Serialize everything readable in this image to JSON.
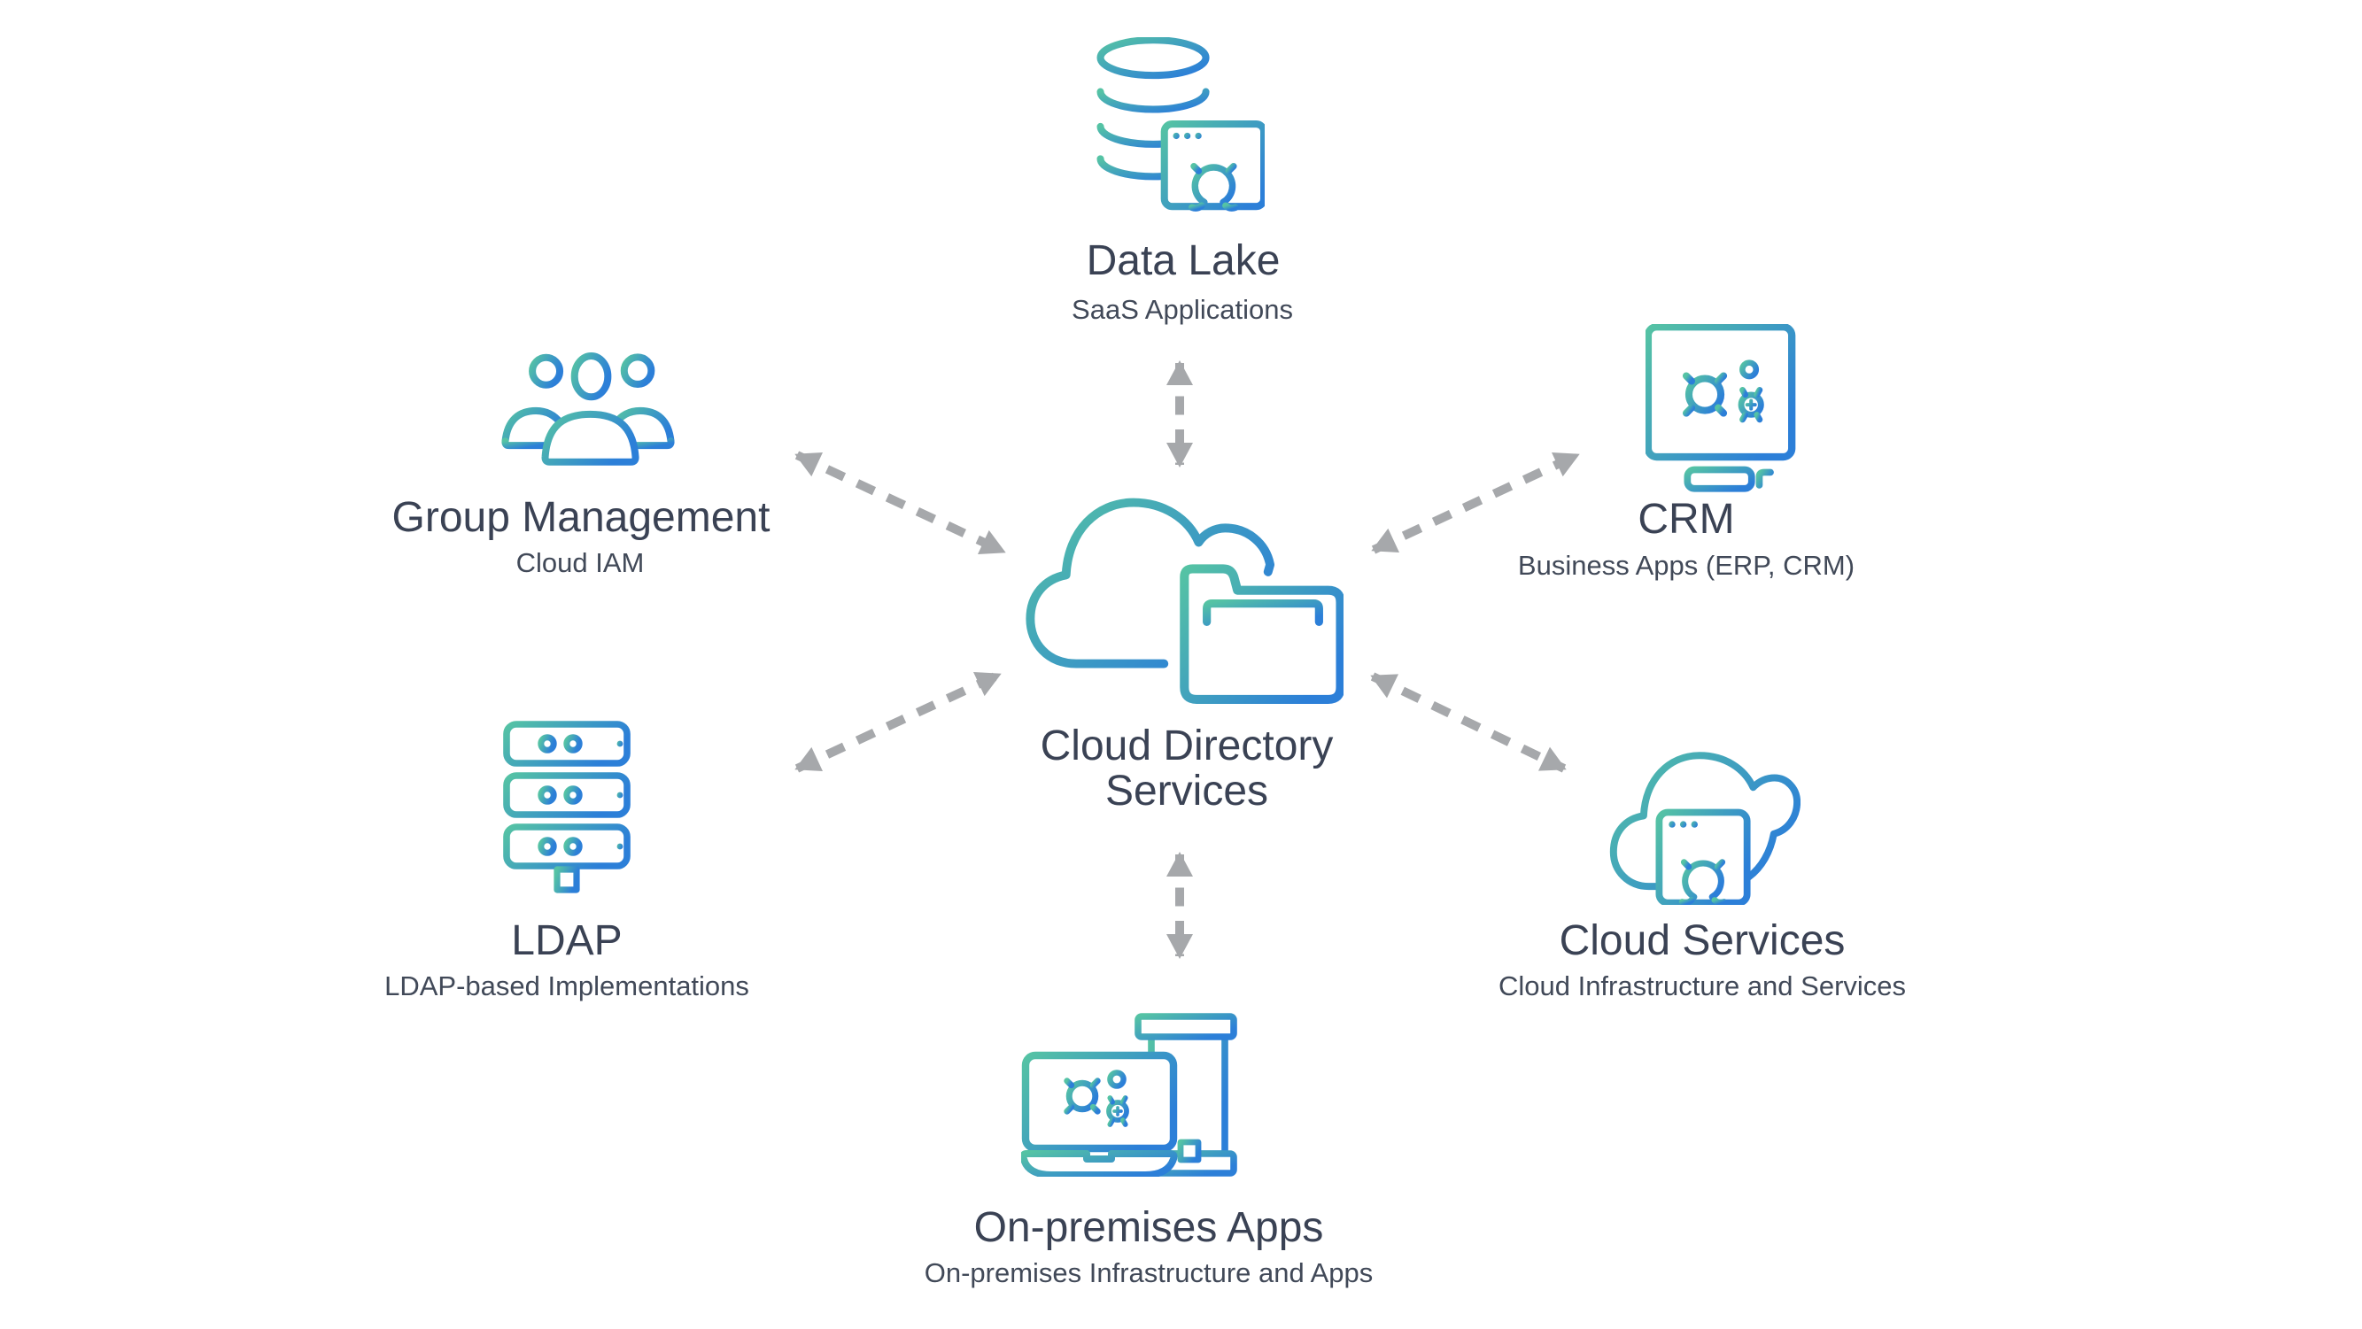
{
  "diagram": {
    "center": {
      "id": "cloud-directory-services",
      "title": "Cloud Directory Services",
      "icon": "cloud-folder-icon"
    },
    "nodes": [
      {
        "id": "data-lake",
        "title": "Data Lake",
        "subtitle": "SaaS Applications",
        "icon": "database-browser-gear-icon"
      },
      {
        "id": "group-management",
        "title": "Group Management",
        "subtitle": "Cloud IAM",
        "icon": "users-group-icon"
      },
      {
        "id": "crm",
        "title": "CRM",
        "subtitle": "Business Apps (ERP, CRM)",
        "icon": "monitor-gears-icon"
      },
      {
        "id": "ldap",
        "title": "LDAP",
        "subtitle": "LDAP-based Implementations",
        "icon": "server-stack-icon"
      },
      {
        "id": "cloud-services",
        "title": "Cloud Services",
        "subtitle": "Cloud Infrastructure and Services",
        "icon": "cloud-browser-gear-icon"
      },
      {
        "id": "on-premises",
        "title": "On-premises Apps",
        "subtitle": "On-premises Infrastructure and Apps",
        "icon": "laptop-building-icon"
      }
    ],
    "connections": [
      {
        "from": "cloud-directory-services",
        "to": "data-lake",
        "style": "dashed-double-arrow"
      },
      {
        "from": "cloud-directory-services",
        "to": "group-management",
        "style": "dashed-double-arrow"
      },
      {
        "from": "cloud-directory-services",
        "to": "crm",
        "style": "dashed-double-arrow"
      },
      {
        "from": "cloud-directory-services",
        "to": "ldap",
        "style": "dashed-double-arrow"
      },
      {
        "from": "cloud-directory-services",
        "to": "cloud-services",
        "style": "dashed-double-arrow"
      },
      {
        "from": "cloud-directory-services",
        "to": "on-premises",
        "style": "dashed-double-arrow"
      }
    ],
    "colors": {
      "gradient_start": "#55C3A4",
      "gradient_end": "#2C7FD8",
      "arrow": "#A6A8AB",
      "title_text": "#3A4254",
      "subtitle_text": "#414958",
      "background": "#FFFFFF"
    }
  }
}
